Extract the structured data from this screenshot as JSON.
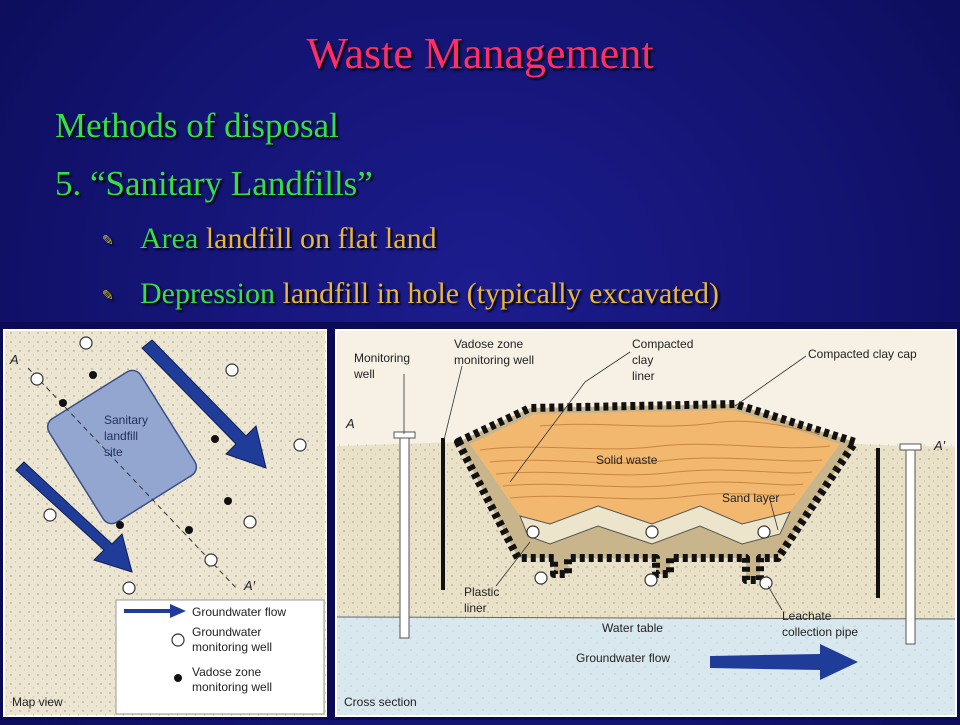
{
  "slide": {
    "title": "Waste Management",
    "subtitle": "Methods of disposal",
    "item": "5.  “Sanitary Landfills”",
    "bullets": [
      {
        "keyword": "Area",
        "rest": "landfill on flat land"
      },
      {
        "keyword": "Depression",
        "rest": "landfill in hole (typically excavated)"
      }
    ],
    "bullet_icon": "pen-icon"
  },
  "map_view": {
    "site_label": [
      "Sanitary",
      "landfill",
      "site"
    ],
    "point_a": "A",
    "point_a_prime": "A′",
    "caption": "Map view",
    "legend": {
      "flow": "Groundwater flow",
      "gw_well": [
        "Groundwater",
        "monitoring well"
      ],
      "vz_well": [
        "Vadose zone",
        "monitoring well"
      ]
    }
  },
  "cross_section": {
    "labels": {
      "monitoring_well": [
        "Monitoring",
        "well"
      ],
      "vadose_well": [
        "Vadose zone",
        "monitoring well"
      ],
      "clay_liner": [
        "Compacted",
        "clay",
        "liner"
      ],
      "clay_cap": "Compacted clay cap",
      "point_a": "A",
      "point_a_prime": "A′",
      "solid_waste": "Solid waste",
      "sand_layer": "Sand layer",
      "plastic_liner": [
        "Plastic",
        "liner"
      ],
      "leachate_pipe": [
        "Leachate",
        "collection pipe"
      ],
      "water_table": "Water table",
      "groundwater_flow": "Groundwater flow"
    },
    "caption": "Cross section"
  },
  "colors": {
    "background": "#12126e",
    "title": "#ff2d6b",
    "green_text": "#33e04a",
    "orange_text": "#e9b63c",
    "arrow": "#1f3c99",
    "waste": "#f2b870",
    "soil": "#efe7d3",
    "water": "#d9e7ef"
  }
}
